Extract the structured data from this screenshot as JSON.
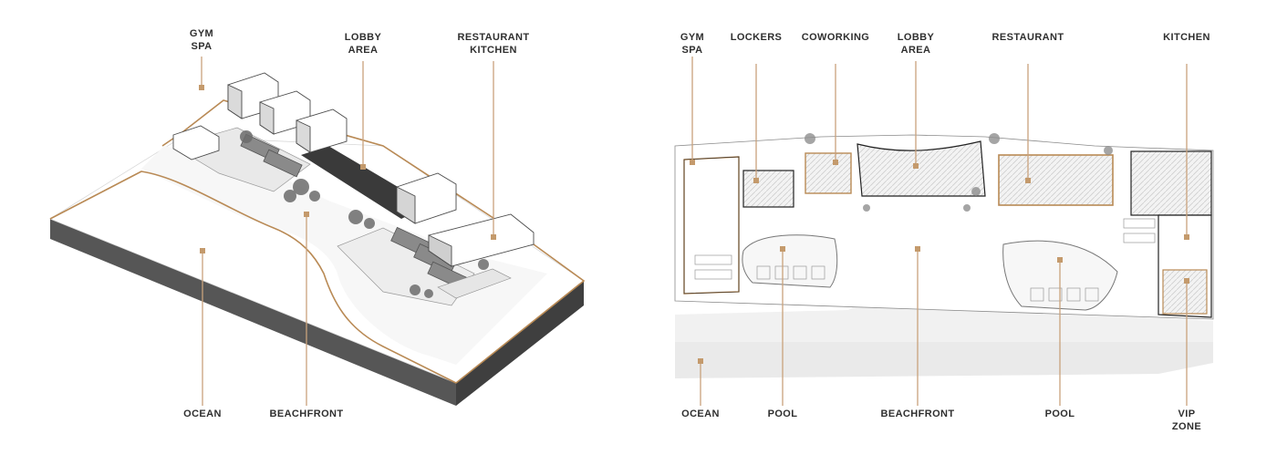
{
  "diagrams": {
    "axonometric": {
      "labels": {
        "gym_spa": [
          "GYM",
          "SPA"
        ],
        "lobby_area": [
          "LOBBY",
          "AREA"
        ],
        "restaurant_kitchen": [
          "RESTAURANT",
          "KITCHEN"
        ],
        "ocean": [
          "OCEAN"
        ],
        "beachfront": [
          "BEACHFRONT"
        ]
      }
    },
    "plan": {
      "labels": {
        "gym_spa": [
          "GYM",
          "SPA"
        ],
        "lockers": [
          "LOCKERS"
        ],
        "coworking": [
          "COWORKING"
        ],
        "lobby_area": [
          "LOBBY",
          "AREA"
        ],
        "restaurant": [
          "RESTAURANT"
        ],
        "kitchen": [
          "KITCHEN"
        ],
        "ocean": [
          "OCEAN"
        ],
        "pool_left": [
          "POOL"
        ],
        "beachfront": [
          "BEACHFRONT"
        ],
        "pool_right": [
          "POOL"
        ],
        "vip_zone": [
          "VIP",
          "ZONE"
        ]
      }
    }
  },
  "colors": {
    "accent": "#c49a6c",
    "leader": "#c9a27c",
    "outline": "#b98a55",
    "ground_dark": "#555555",
    "sea_grey": "#eaeaea"
  }
}
